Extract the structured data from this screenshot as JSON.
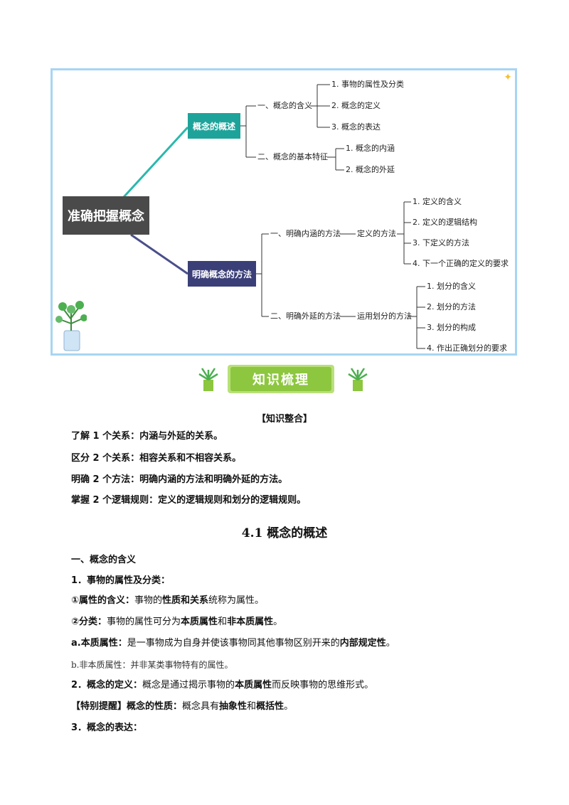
{
  "mindmap": {
    "root": "准确把握概念",
    "branch1": "概念的概述",
    "branch2": "明确概念的方法",
    "b1_sub1": "一、概念的含义",
    "b1_sub1_items": [
      "1. 事物的属性及分类",
      "2. 概念的定义",
      "3. 概念的表达"
    ],
    "b1_sub2": "二、概念的基本特征",
    "b1_sub2_items": [
      "1. 概念的内涵",
      "2. 概念的外延"
    ],
    "b2_sub1": "一、明确内涵的方法",
    "b2_sub1_method": "定义的方法",
    "b2_sub1_items": [
      "1. 定义的含义",
      "2. 定义的逻辑结构",
      "3. 下定义的方法",
      "4. 下一个正确的定义的要求"
    ],
    "b2_sub2": "二、明确外延的方法",
    "b2_sub2_method": "运用划分的方法",
    "b2_sub2_items": [
      "1. 划分的含义",
      "2. 划分的方法",
      "3. 划分的构成",
      "4. 作出正确划分的要求"
    ]
  },
  "banner": {
    "title": "知识梳理"
  },
  "content": {
    "section_heading": "【知识整合】",
    "summary": [
      "了解 1 个关系：内涵与外延的关系。",
      "区分 2 个关系：相容关系和不相容关系。",
      "明确 2 个方法：明确内涵的方法和明确外延的方法。",
      "掌握 2 个逻辑规则：定义的逻辑规则和划分的逻辑规则。"
    ],
    "chapter_title": "4.1  概念的概述",
    "part1": "一、概念的含义",
    "item1": "1．事物的属性及分类：",
    "p1_label": "①属性的含义：",
    "p1_a": "事物的",
    "p1_b": "性质和关系",
    "p1_c": "统称为属性。",
    "p2_label": "②分类：",
    "p2_a": "事物的属性可分为",
    "p2_b": "本质属性",
    "p2_c": "和",
    "p2_d": "非本质属性",
    "p2_e": "。",
    "p3_label": "a.本质属性：",
    "p3_a": "是一事物成为自身并使该事物同其他事物区别开来的",
    "p3_b": "内部规定性",
    "p3_c": "。",
    "p4": "b.非本质属性：并非某类事物特有的属性。",
    "item2_label": "2．概念的定义：",
    "item2_a": "概念是通过揭示事物的",
    "item2_b": "本质属性",
    "item2_c": "而反映事物的思维形式。",
    "tip_label": "【特别提醒】概念的性质：",
    "tip_a": "概念具有",
    "tip_b": "抽象性",
    "tip_c": "和",
    "tip_d": "概括性",
    "tip_e": "。",
    "item3": "3．概念的表达："
  }
}
